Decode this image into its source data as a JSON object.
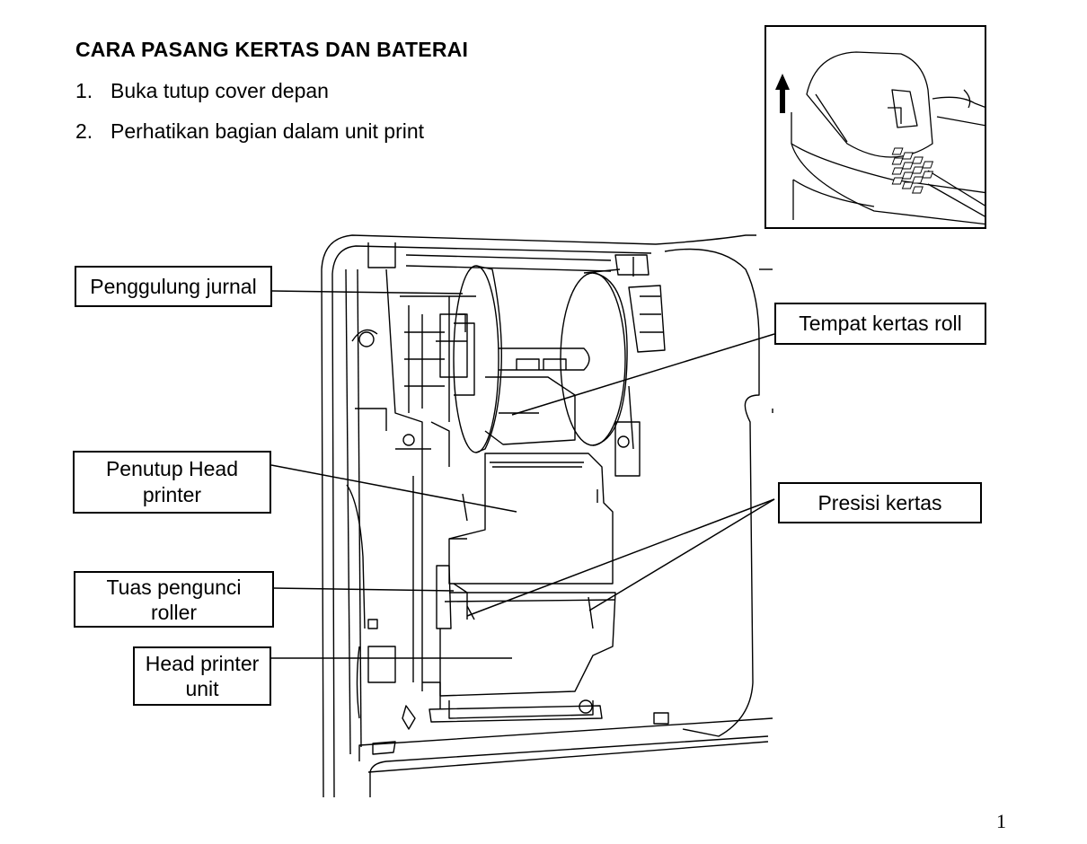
{
  "document": {
    "title": "CARA PASANG KERTAS DAN BATERAI",
    "steps": [
      {
        "num": "1.",
        "text": "Buka tutup cover depan"
      },
      {
        "num": "2.",
        "text": "Perhatikan bagian dalam unit print"
      }
    ],
    "page_number": "1"
  },
  "labels": {
    "penggulung_jurnal": "Penggulung jurnal",
    "tempat_kertas_roll": "Tempat kertas roll",
    "penutup_head_line1": "Penutup Head",
    "penutup_head_line2": "printer",
    "presisi_kertas": "Presisi kertas",
    "tuas_line1": "Tuas pengunci",
    "tuas_line2": "roller",
    "head_unit_line1": "Head printer",
    "head_unit_line2": "unit"
  }
}
